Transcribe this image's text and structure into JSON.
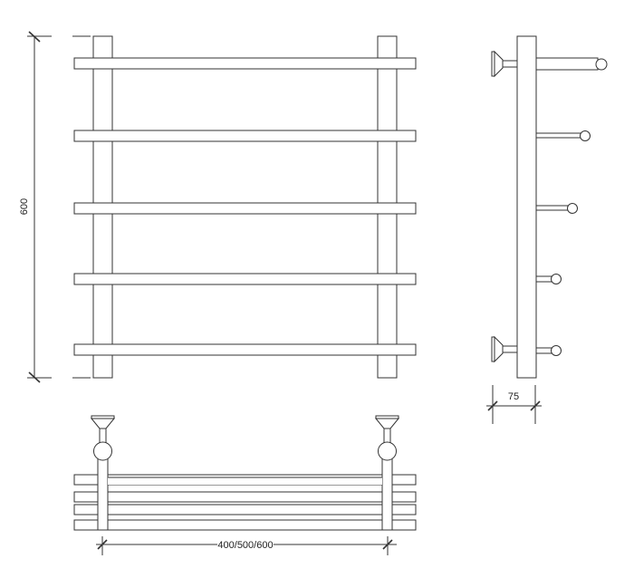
{
  "drawing": {
    "views": [
      "front-view",
      "side-view",
      "top-view"
    ],
    "dimensions": {
      "height": "600",
      "depth": "75",
      "width": "400/500/600"
    },
    "line_color": "#333333"
  }
}
